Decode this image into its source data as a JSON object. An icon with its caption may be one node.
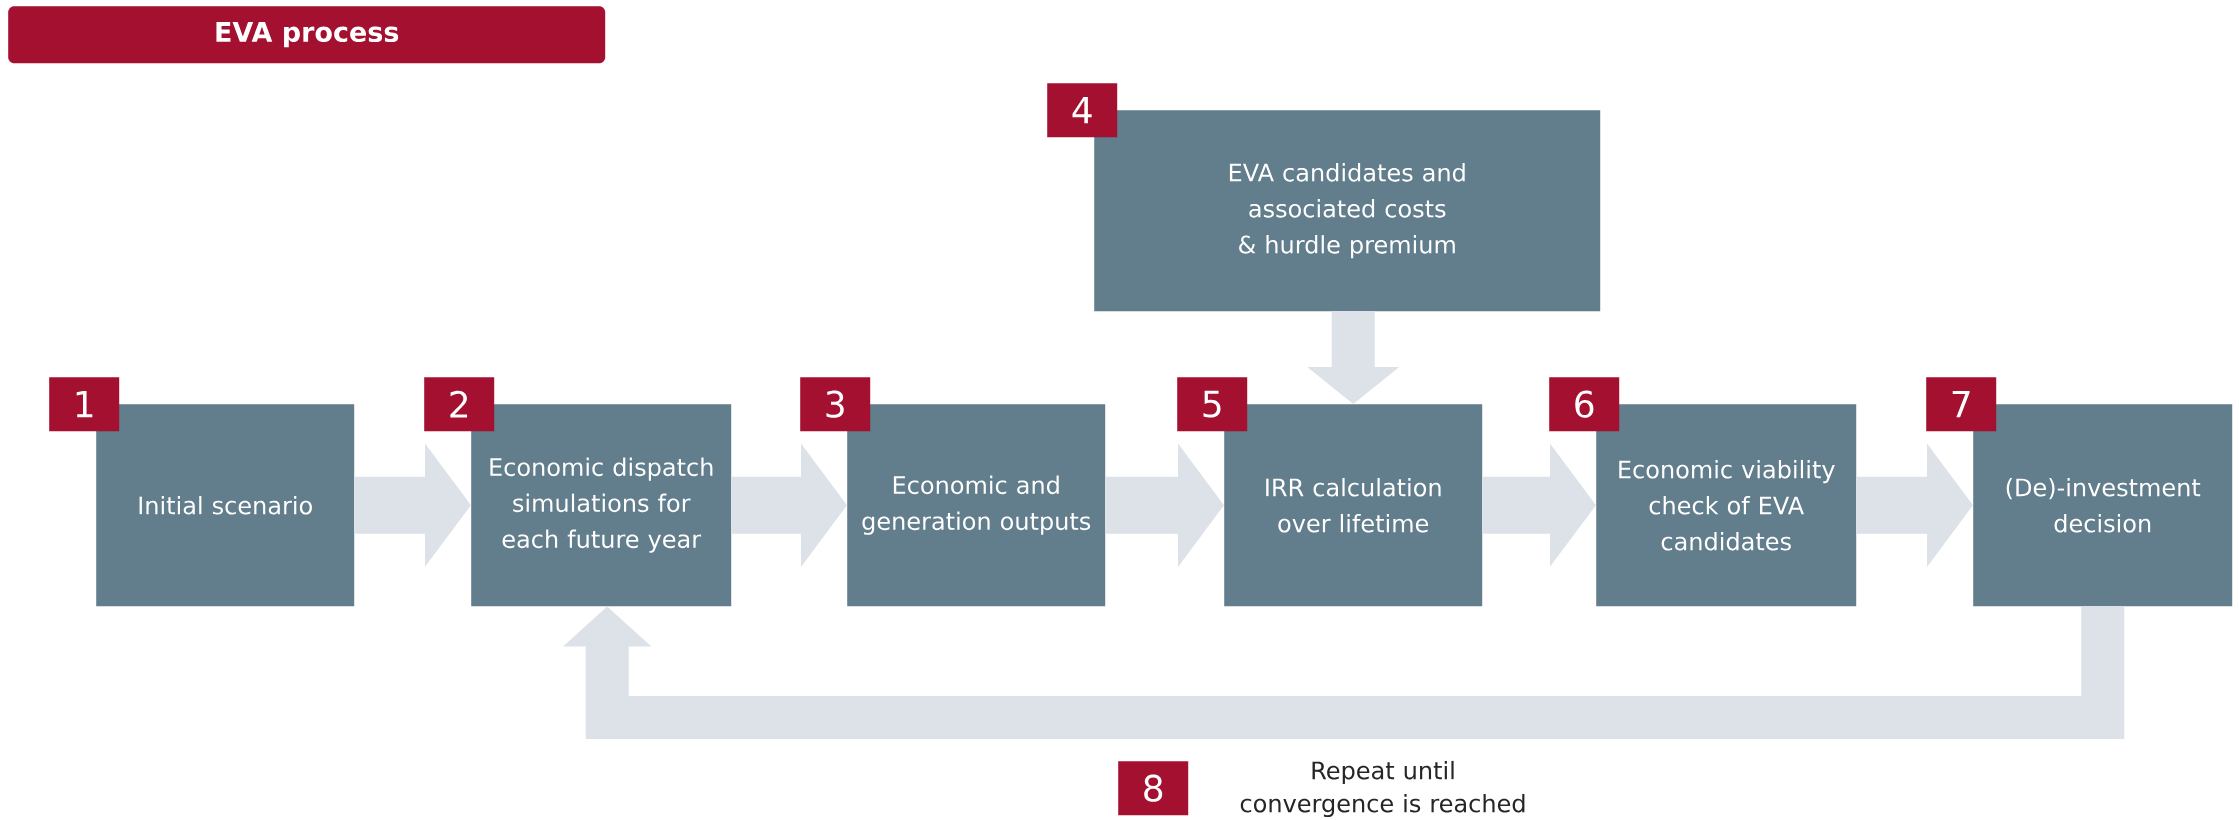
{
  "diagram": {
    "title": "EVA process",
    "nodes": [
      {
        "text": [
          "1",
          "Initial scenario"
        ]
      },
      {
        "text": [
          "2",
          "Economic dispatch simulations for each future year"
        ]
      },
      {
        "text": [
          "3",
          "Economic and generation outputs"
        ]
      },
      {
        "text": [
          "4",
          "EVA candidates and associated costs & hurdle premium"
        ]
      },
      {
        "text": [
          "5",
          "IRR calculation over lifetime"
        ]
      },
      {
        "text": [
          "6",
          "Economic viability check of EVA candidates"
        ]
      },
      {
        "text": [
          "7",
          "(De)-investment decision"
        ]
      },
      {
        "text": [
          "8"
        ],
        "beside": [
          "Repeat until convergence is reached"
        ]
      }
    ],
    "edges": [
      {
        "from": 0,
        "to": 1,
        "arrow": "to"
      },
      {
        "from": 1,
        "to": 2,
        "arrow": "to"
      },
      {
        "from": 2,
        "to": 4,
        "arrow": "to"
      },
      {
        "from": 3,
        "to": 4,
        "arrow": "to"
      },
      {
        "from": 4,
        "to": 5,
        "arrow": "to"
      },
      {
        "from": 5,
        "to": 6,
        "arrow": "to"
      },
      {
        "from": 6,
        "to": 1,
        "arrow": "to"
      }
    ]
  }
}
